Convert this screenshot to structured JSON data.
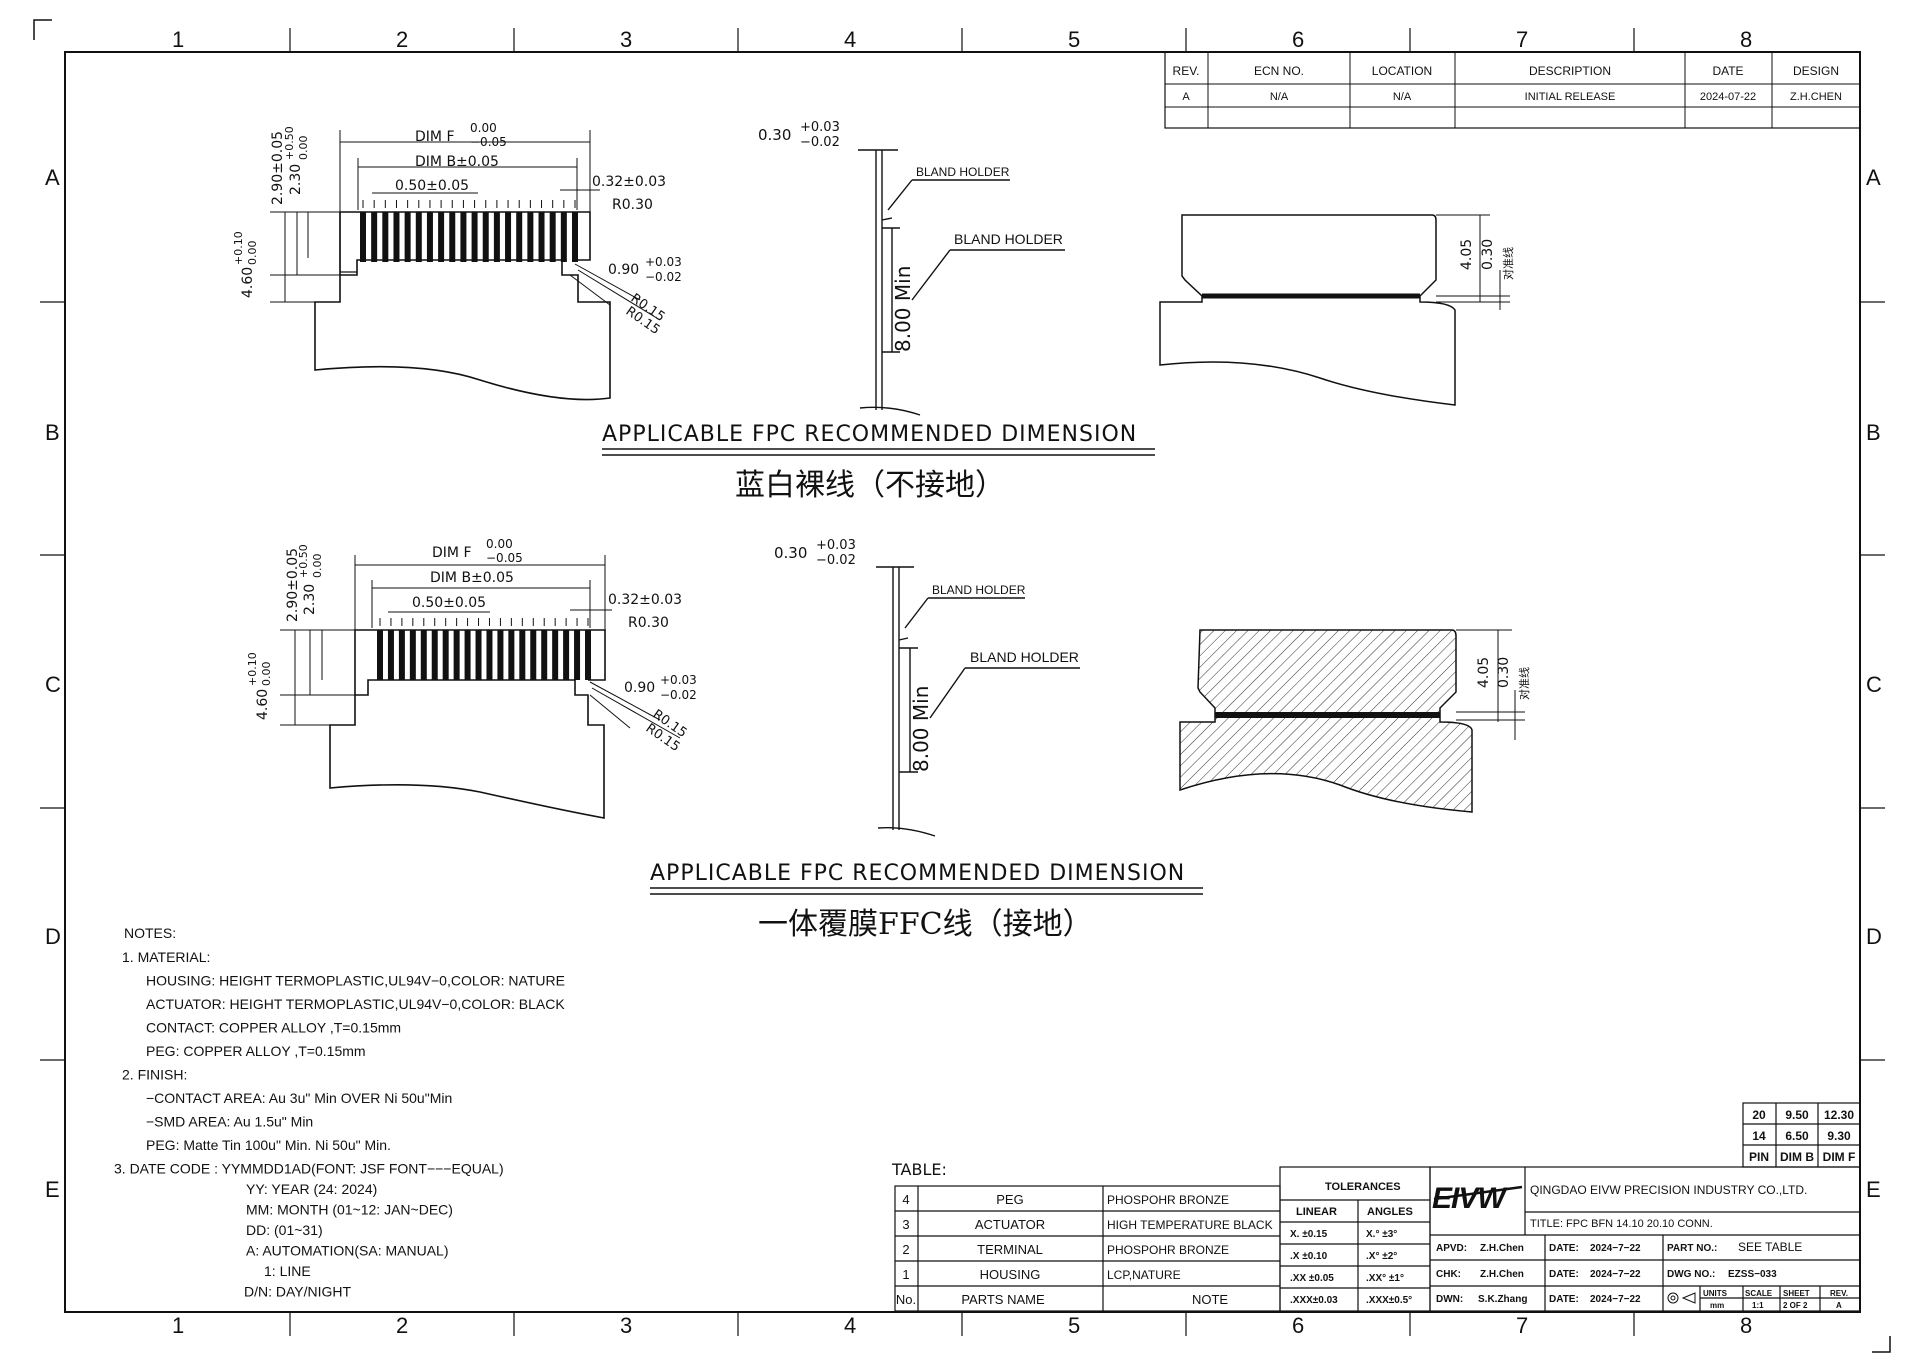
{
  "frame": {
    "columns": [
      "1",
      "2",
      "3",
      "4",
      "5",
      "6",
      "7",
      "8"
    ],
    "rows": [
      "A",
      "B",
      "C",
      "D",
      "E"
    ]
  },
  "revision_block": {
    "headers": [
      "REV.",
      "ECN NO.",
      "LOCATION",
      "DESCRIPTION",
      "DATE",
      "DESIGN"
    ],
    "row": [
      "A",
      "N/A",
      "N/A",
      "INITIAL RELEASE",
      "2024-07-22",
      "Z.H.CHEN"
    ]
  },
  "views": {
    "top": {
      "dim_f": "DIM F",
      "dim_f_tol_upper": "0.00",
      "dim_f_tol_lower": "−0.05",
      "dim_b": "DIM B±0.05",
      "pitch": "0.50±0.05",
      "tab_width": "0.32±0.03",
      "radius_top": "R0.30",
      "dim_290": "2.90±0.05",
      "dim_230": "2.30",
      "dim_230_up": "+0.50",
      "dim_230_low": "0.00",
      "dim_460": "4.60",
      "dim_460_up": "+0.10",
      "dim_460_low": "0.00",
      "dim_090": "0.90",
      "dim_090_up": "+0.03",
      "dim_090_low": "−0.02",
      "r015a": "R0.15",
      "r015b": "R0.15",
      "thickness": "0.30",
      "thickness_up": "+0.03",
      "thickness_low": "−0.02",
      "bland1": "BLAND HOLDER",
      "bland2": "BLAND HOLDER",
      "min_len": "8.00 Min",
      "dim_405": "4.05",
      "dim_030": "0.30",
      "align_note": "对准线",
      "caption": "APPLICABLE FPC RECOMMENDED DIMENSION",
      "caption_cn": "蓝白裸线（不接地）"
    },
    "bottom": {
      "dim_f": "DIM F",
      "dim_f_tol_upper": "0.00",
      "dim_f_tol_lower": "−0.05",
      "dim_b": "DIM B±0.05",
      "pitch": "0.50±0.05",
      "tab_width": "0.32±0.03",
      "radius_top": "R0.30",
      "dim_290": "2.90±0.05",
      "dim_230": "2.30",
      "dim_230_up": "+0.50",
      "dim_230_low": "0.00",
      "dim_460": "4.60",
      "dim_460_up": "+0.10",
      "dim_460_low": "0.00",
      "dim_090": "0.90",
      "dim_090_up": "+0.03",
      "dim_090_low": "−0.02",
      "r015a": "R0.15",
      "r015b": "R0.15",
      "thickness": "0.30",
      "thickness_up": "+0.03",
      "thickness_low": "−0.02",
      "bland1": "BLAND HOLDER",
      "bland2": "BLAND HOLDER",
      "min_len": "8.00 Min",
      "dim_405": "4.05",
      "dim_030": "0.30",
      "align_note": "对准线",
      "caption": "APPLICABLE FPC RECOMMENDED DIMENSION",
      "caption_cn": "一体覆膜FFC线（接地）"
    }
  },
  "notes": {
    "title": "NOTES:",
    "lines": [
      "1. MATERIAL:",
      "HOUSING: HEIGHT  TERMOPLASTIC,UL94V−0,COLOR: NATURE",
      "ACTUATOR: HEIGHT  TERMOPLASTIC,UL94V−0,COLOR: BLACK",
      "CONTACT: COPPER  ALLOY  ,T=0.15mm",
      "PEG: COPPER  ALLOY  ,T=0.15mm",
      "2. FINISH:",
      "−CONTACT AREA: Au  3u\"  Min  OVER  Ni  50u\"Min",
      "−SMD  AREA: Au  1.5u\"  Min",
      "PEG: Matte  Tin  100u\"  Min.  Ni  50u\"  Min.",
      "3. DATE CODE :  YYMMDD1AD(FONT:  JSF FONT−−−EQUAL)",
      "YY:  YEAR (24:  2024)",
      "MM:  MONTH  (01~12:  JAN~DEC)",
      "DD:  (01~31)",
      "A:  AUTOMATION(SA: MANUAL)",
      "1:  LINE",
      "D/N:  DAY/NIGHT"
    ]
  },
  "parts_table": {
    "title": "TABLE:",
    "rows": [
      {
        "no": "4",
        "name": "PEG",
        "note": "PHOSPOHR  BRONZE"
      },
      {
        "no": "3",
        "name": "ACTUATOR",
        "note": "HIGH  TEMPERATURE BLACK"
      },
      {
        "no": "2",
        "name": "TERMINAL",
        "note": "PHOSPOHR  BRONZE"
      },
      {
        "no": "1",
        "name": "HOUSING",
        "note": "LCP,NATURE"
      }
    ],
    "header": {
      "no": "No.",
      "name": "PARTS NAME",
      "note": "NOTE"
    }
  },
  "tolerances": {
    "title": "TOLERANCES",
    "linear_header": "LINEAR",
    "angles_header": "ANGLES",
    "rows": [
      {
        "linear": "X.  ±0.15",
        "angle": "X.°  ±3°"
      },
      {
        "linear": ".X  ±0.10",
        "angle": ".X°  ±2°"
      },
      {
        "linear": ".XX ±0.05",
        "angle": ".XX° ±1°"
      },
      {
        "linear": ".XXX±0.03",
        "angle": ".XXX±0.5°"
      }
    ]
  },
  "title_block": {
    "logo": "EIVW",
    "company": "QINGDAO EIVW PRECISION INDUSTRY CO.,LTD.",
    "title": "TITLE: FPC  BFN  14.10  20.10  CONN.",
    "apvd_label": "APVD:",
    "apvd": "Z.H.Chen",
    "chk_label": "CHK:",
    "chk": "Z.H.Chen",
    "dwn_label": "DWN:",
    "dwn": "S.K.Zhang",
    "date_label": "DATE:",
    "date1": "2024−7−22",
    "date2": "2024−7−22",
    "date3": "2024−7−22",
    "part_no_label": "PART NO.:",
    "part_no": "SEE  TABLE",
    "dwg_no_label": "DWG NO.:",
    "dwg_no": "EZSS−033",
    "units_label": "UNITS",
    "units": "mm",
    "scale_label": "SCALE",
    "scale": "1:1",
    "sheet_label": "SHEET",
    "sheet": "2 OF 2",
    "rev_label": "REV.",
    "rev": "A"
  },
  "pin_table": {
    "rows": [
      [
        "20",
        "9.50",
        "12.30"
      ],
      [
        "14",
        "6.50",
        "9.30"
      ],
      [
        "PIN",
        "DIM B",
        "DIM F"
      ]
    ]
  }
}
